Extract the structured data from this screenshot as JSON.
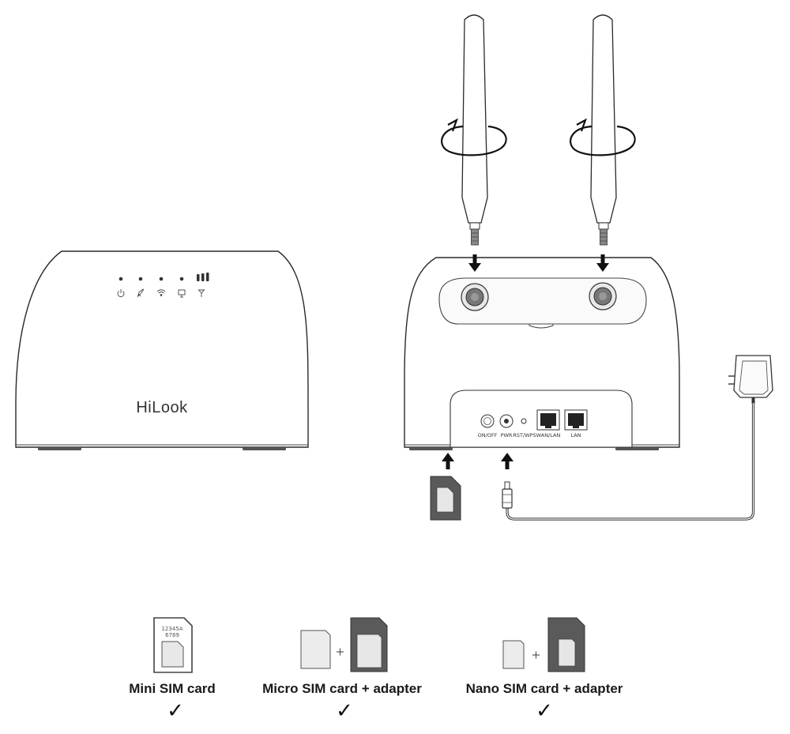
{
  "front_router": {
    "brand": "HiLook",
    "indicator_icons": [
      "power-icon",
      "rocket-icon",
      "wifi-icon",
      "lan-icon",
      "signal-icon"
    ]
  },
  "rear_router": {
    "ports": [
      {
        "label": "ON/OFF"
      },
      {
        "label": "PWR"
      },
      {
        "label": "RST/WPS"
      },
      {
        "label": "WAN/LAN"
      },
      {
        "label": "LAN"
      }
    ]
  },
  "sim_options": [
    {
      "caption": "Mini SIM card",
      "check": "✓",
      "card_text": [
        "12345A",
        "6789"
      ]
    },
    {
      "caption": "Micro SIM card + adapter",
      "check": "✓"
    },
    {
      "caption": "Nano SIM card + adapter",
      "check": "✓"
    }
  ]
}
